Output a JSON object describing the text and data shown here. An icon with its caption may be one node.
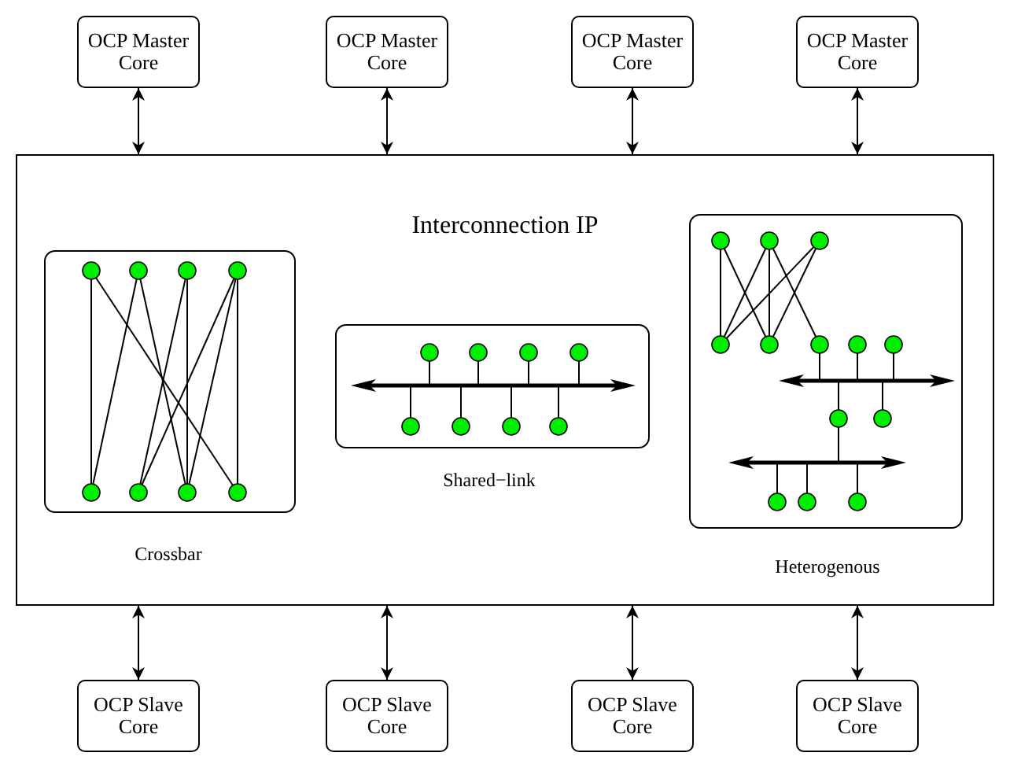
{
  "diagram": {
    "nodes": [
      {
        "text": [
          "OCP Master Core"
        ]
      },
      {
        "text": [
          "OCP Master Core"
        ]
      },
      {
        "text": [
          "OCP Master Core"
        ]
      },
      {
        "text": [
          "OCP Master Core"
        ]
      },
      {
        "text": [
          "Interconnection IP"
        ]
      },
      {
        "text": [],
        "shape": "box",
        "in": 4,
        "beside": [
          "Crossbar"
        ]
      },
      {
        "text": [],
        "shape": "box",
        "in": 4,
        "beside": [
          "Shared−link"
        ]
      },
      {
        "text": [],
        "shape": "box",
        "in": 4,
        "beside": [
          "Heterogenous"
        ]
      },
      {
        "text": [
          "OCP Slave Core"
        ]
      },
      {
        "text": [
          "OCP Slave Core"
        ]
      },
      {
        "text": [
          "OCP Slave Core"
        ]
      },
      {
        "text": [
          "OCP Slave Core"
        ]
      }
    ],
    "edges": [
      {
        "from": 0,
        "to": 4,
        "arrow": "both"
      },
      {
        "from": 1,
        "to": 4,
        "arrow": "both"
      },
      {
        "from": 2,
        "to": 4,
        "arrow": "both"
      },
      {
        "from": 3,
        "to": 4,
        "arrow": "both"
      },
      {
        "from": 4,
        "to": 8,
        "arrow": "both"
      },
      {
        "from": 4,
        "to": 9,
        "arrow": "both"
      },
      {
        "from": 4,
        "to": 10,
        "arrow": "both"
      },
      {
        "from": 4,
        "to": 11,
        "arrow": "both"
      }
    ]
  }
}
